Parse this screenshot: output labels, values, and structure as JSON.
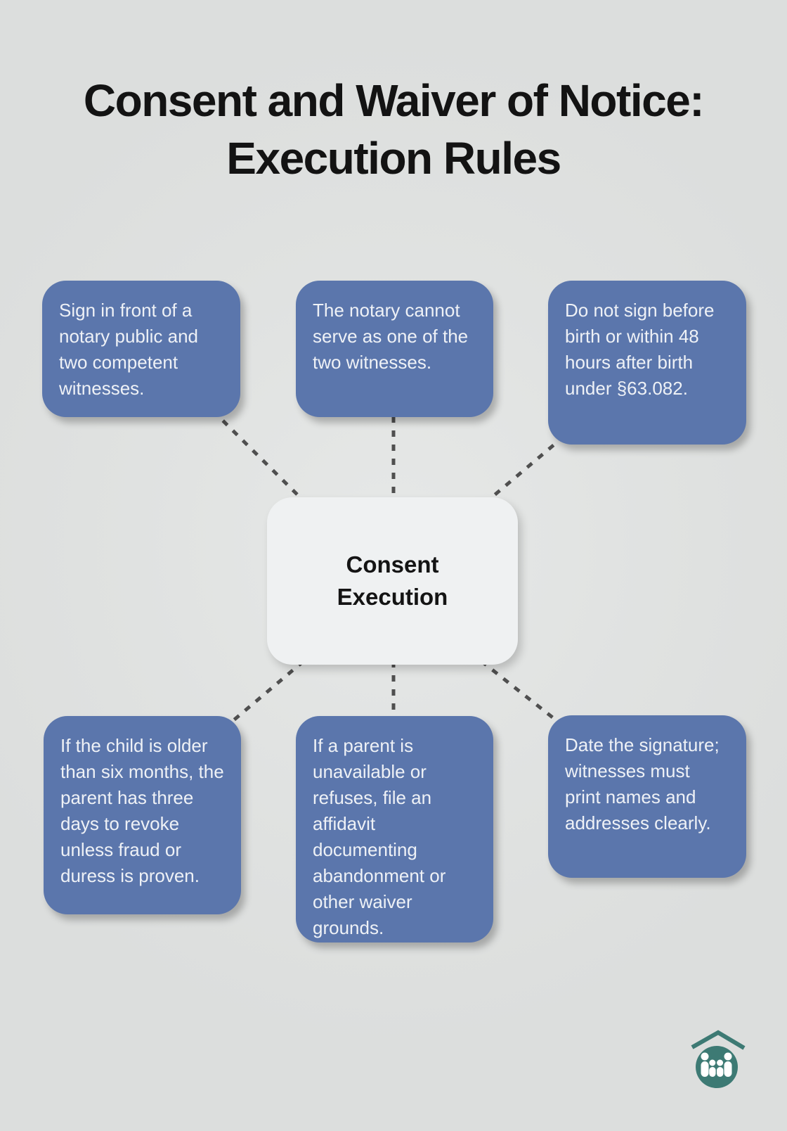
{
  "title": {
    "line1": "Consent and Waiver of Notice:",
    "line2": "Execution Rules"
  },
  "center": {
    "line1": "Consent",
    "line2": "Execution"
  },
  "nodes": [
    {
      "position": "top-left",
      "text": "Sign in front of a notary public and two competent witnesses."
    },
    {
      "position": "top-center",
      "text": "The notary cannot serve as one of the two witnesses."
    },
    {
      "position": "top-right",
      "text": "Do not sign before birth or within 48 hours after birth under §63.082."
    },
    {
      "position": "bottom-left",
      "text": "If the child is older than six months, the parent has three days to revoke unless fraud or duress is proven."
    },
    {
      "position": "bottom-center",
      "text": "If a parent is unavailable or refuses, file an affidavit documenting abandonment or other waiver grounds."
    },
    {
      "position": "bottom-right",
      "text": "Date the signature; witnesses must print names and addresses clearly."
    }
  ],
  "icons": {
    "logo": "family-under-roof-icon"
  },
  "colors": {
    "background": "#e0e2e1",
    "node_fill": "#5b76ac",
    "node_text": "#eef1f6",
    "center_fill": "#eff1f2",
    "center_text": "#141414",
    "title_text": "#131313",
    "connector": "#4f4f4f",
    "logo_teal": "#3d7a74"
  }
}
